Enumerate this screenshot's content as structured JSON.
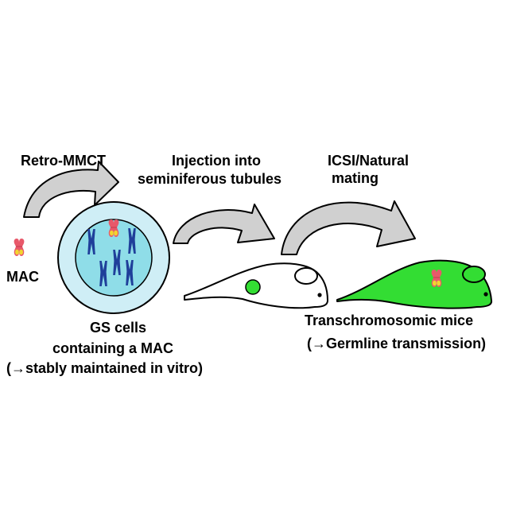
{
  "labels": {
    "retro_mmct": "Retro-MMCT",
    "mac": "MAC",
    "injection_line1": "Injection into",
    "injection_line2": "seminiferous tubules",
    "icsi_line1": "ICSI/Natural",
    "icsi_line2": "mating",
    "gs_line1": "GS cells",
    "gs_line2": "containing a MAC",
    "gs_line3": "(→stably maintained in vitro)",
    "tc_line1": "Transchromosomic mice",
    "tc_line2": "(→Germline transmission)"
  },
  "icons": {
    "mac": "mac-chromosome-icon",
    "chromosome": "chromosome-icon",
    "arrow": "curved-arrow-icon",
    "mouse": "mouse-icon"
  },
  "colors": {
    "mac_red": "#e8586a",
    "mac_yellow": "#f2d530",
    "chromosome_blue": "#1f3f9a",
    "cell_outer": "#cfeef6",
    "cell_inner": "#8fdde8",
    "mouse_green": "#33dd33",
    "arrow_gray": "#d0d0d0"
  }
}
